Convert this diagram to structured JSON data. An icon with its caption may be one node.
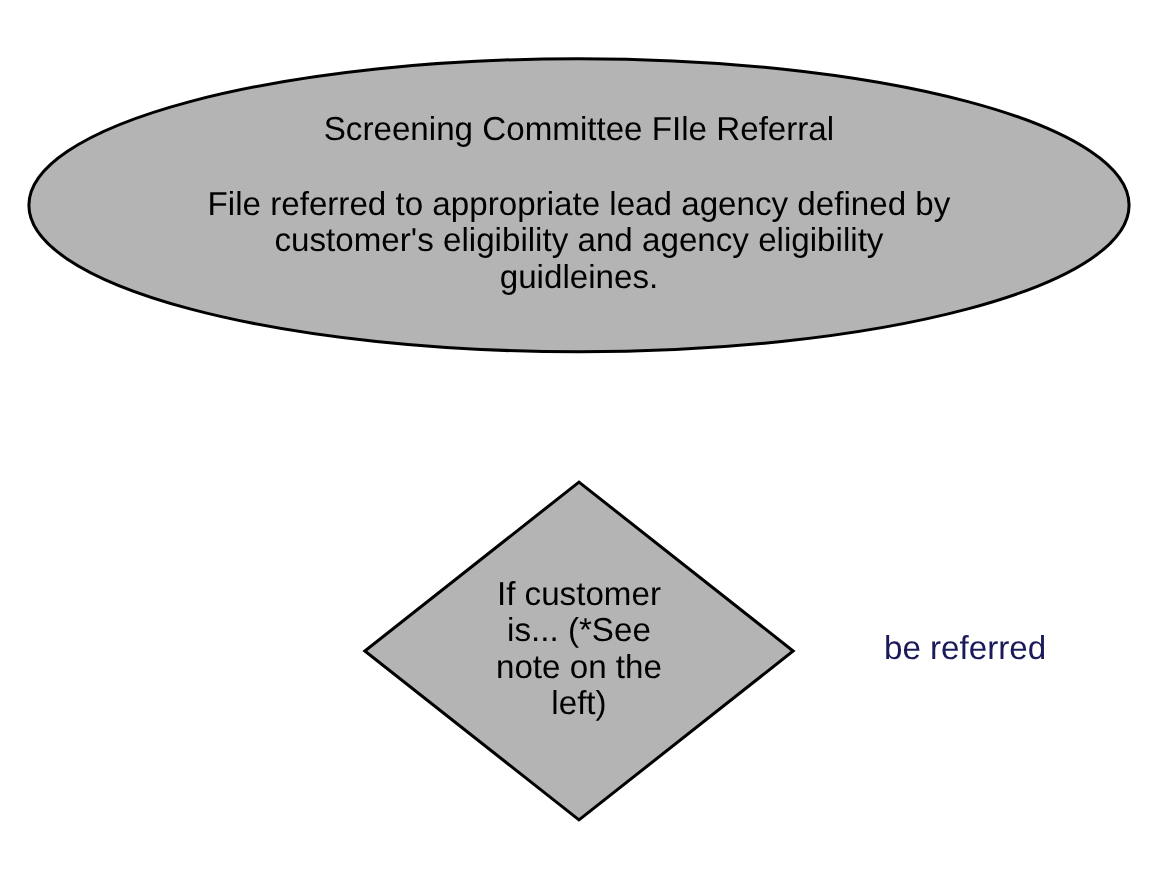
{
  "diagram": {
    "nodes": [
      {
        "text": [
          "Screening Committee FIle Referral",
          "File referred to appropriate lead agency defined by customer's eligibility and agency eligibility guidleines."
        ]
      },
      {
        "text": [
          "If customer is... (*See note on the left)"
        ]
      }
    ],
    "labels": [
      "be referred"
    ]
  }
}
